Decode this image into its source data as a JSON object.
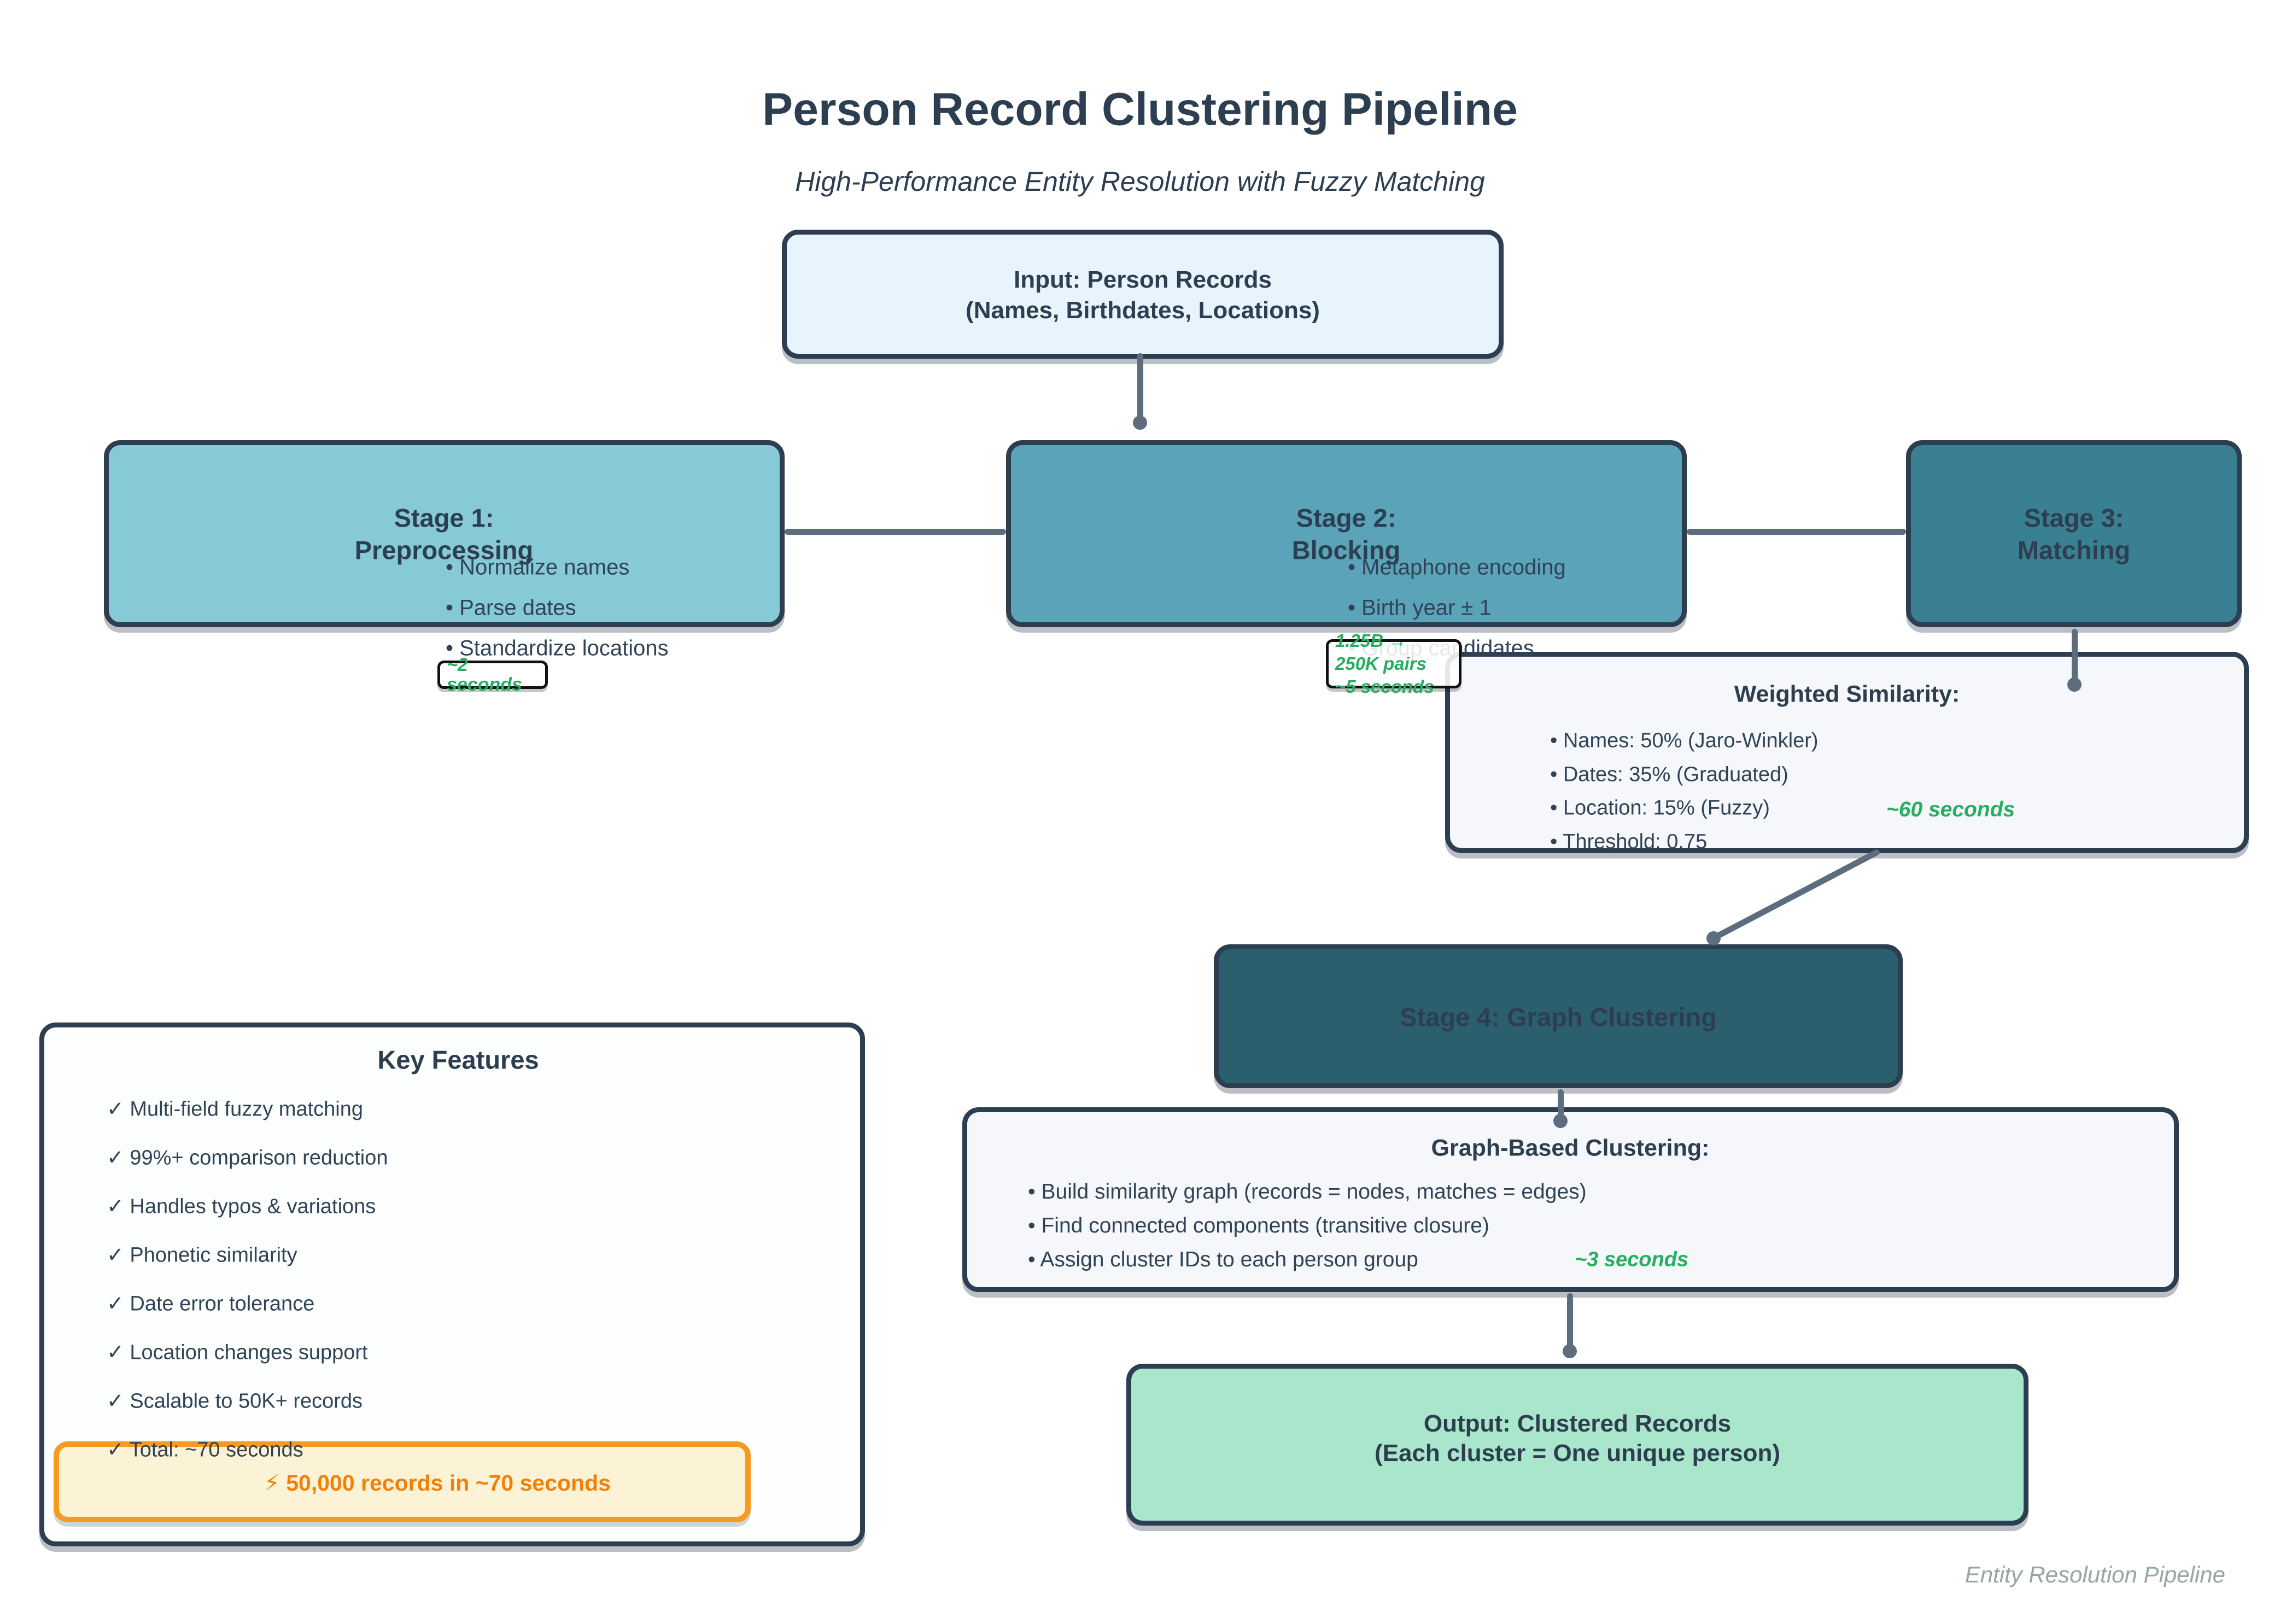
{
  "colors": {
    "dark": "#2c3e50",
    "text": "#2f4256",
    "connector": "#5d6d7e",
    "input-fill": "#e8f4fb",
    "stage1-fill": "#85cad6",
    "stage2-fill": "#5aa3b8",
    "stage3-fill": "#3a8093",
    "stage4-fill": "#2c5f6e",
    "panel-fill": "#f5f7fa",
    "output-fill": "#a9e6cc",
    "features-fill": "#fdfffe",
    "green": "#27ae60",
    "badge-border": "#111111",
    "hl-border": "#f79a1d",
    "hl-fill": "#fcf3d7",
    "hl-text": "#ef8109",
    "muted": "#95a5a6"
  },
  "header": {
    "title": "Person Record Clustering Pipeline",
    "subtitle": "High-Performance Entity Resolution with Fuzzy Matching"
  },
  "input_box": {
    "line1": "Input: Person Records",
    "line2": "(Names, Birthdates, Locations)"
  },
  "stage1": {
    "title1": "Stage 1:",
    "title2": "Preprocessing",
    "bullets": [
      "• Normalize names",
      "• Parse dates",
      "• Standardize locations"
    ],
    "badge": "~2 seconds"
  },
  "stage2": {
    "title1": "Stage 2:",
    "title2": "Blocking",
    "bullets": [
      "• Metaphone encoding",
      "• Birth year ± 1",
      "• Group candidates"
    ],
    "badge_line1": "1.25B → 250K pairs",
    "badge_line2": "~5 seconds"
  },
  "stage3": {
    "title1": "Stage 3:",
    "title2": "Matching"
  },
  "weighted": {
    "title": "Weighted Similarity:",
    "bullets": [
      "• Names: 50% (Jaro-Winkler)",
      "• Dates: 35% (Graduated)",
      "• Location: 15% (Fuzzy)",
      "• Threshold: 0.75"
    ],
    "badge": "~60 seconds"
  },
  "stage4": {
    "title": "Stage 4: Graph Clustering"
  },
  "graph": {
    "title": "Graph-Based Clustering:",
    "bullets": [
      "• Build similarity graph (records = nodes, matches = edges)",
      "• Find connected components (transitive closure)",
      "• Assign cluster IDs to each person group"
    ],
    "badge": "~3 seconds"
  },
  "output_box": {
    "line1": "Output: Clustered Records",
    "line2": "(Each cluster = One unique person)"
  },
  "features": {
    "title": "Key Features",
    "items": [
      "✓ Multi-field fuzzy matching",
      "✓ 99%+ comparison reduction",
      "✓ Handles typos & variations",
      "✓ Phonetic similarity",
      "✓ Date error tolerance",
      "✓ Location changes support",
      "✓ Scalable to 50K+ records",
      "✓ Total: ~70 seconds"
    ],
    "highlight": "⚡ 50,000 records in ~70 seconds"
  },
  "footer": "Entity Resolution Pipeline"
}
